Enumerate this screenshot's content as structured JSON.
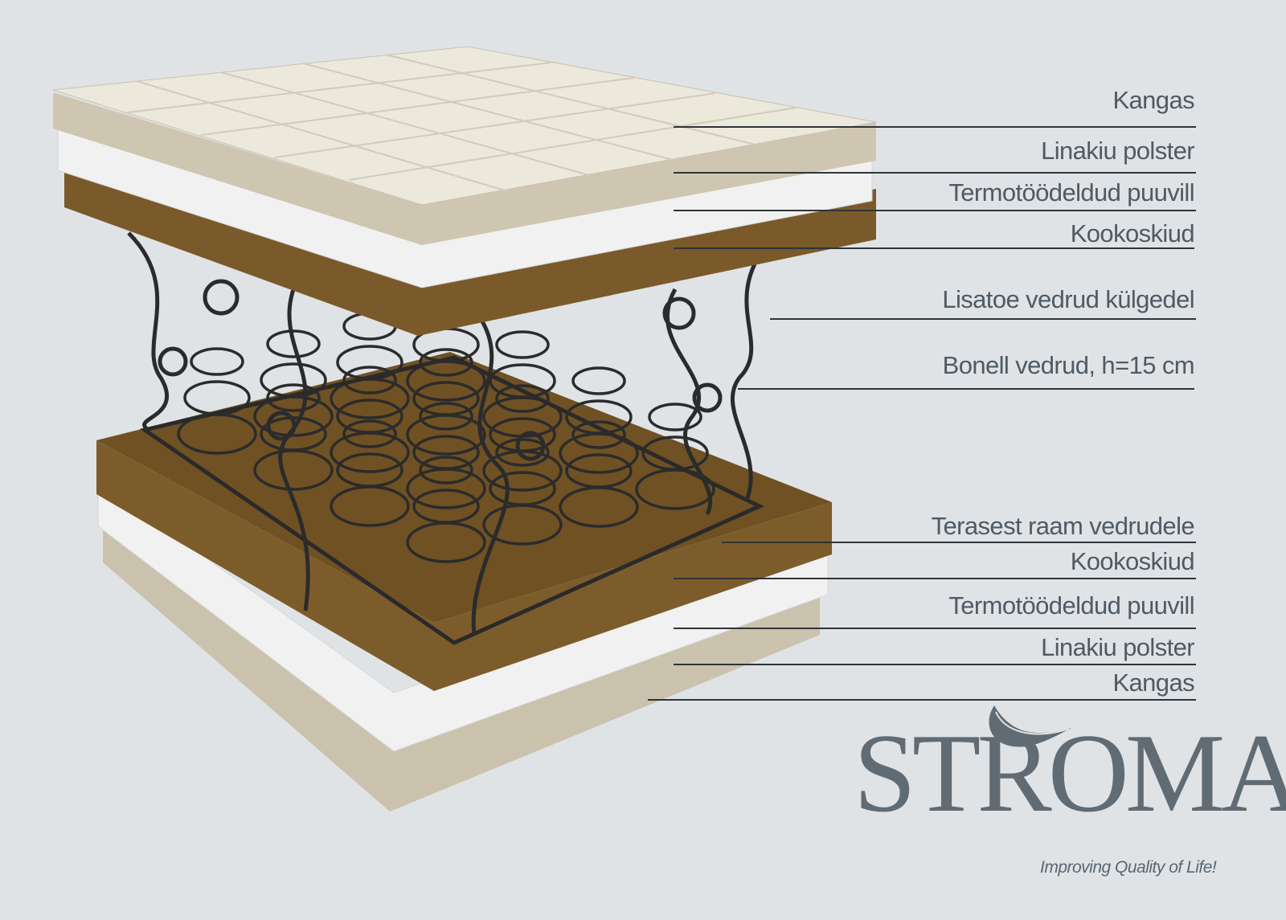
{
  "labels": [
    "Kangas",
    "Linakiu polster",
    "Termotöödeldud puuvill",
    "Kookoskiud",
    "Lisatoe vedrud külgedel",
    "Bonell vedrud, h=15 cm",
    "Terasest raam vedrudele",
    "Kookoskiud",
    "Termotöödeldud puuvill",
    "Linakiu polster",
    "Kangas"
  ],
  "logo": {
    "brand": "STROMA",
    "tagline": "Improving Quality of Life!"
  },
  "colors": {
    "background": "#dfe3e6",
    "text": "#4f5a63",
    "coir": "#7a5a2a",
    "cotton": "#f1f1f1",
    "fabric": "#d2c9b6"
  }
}
